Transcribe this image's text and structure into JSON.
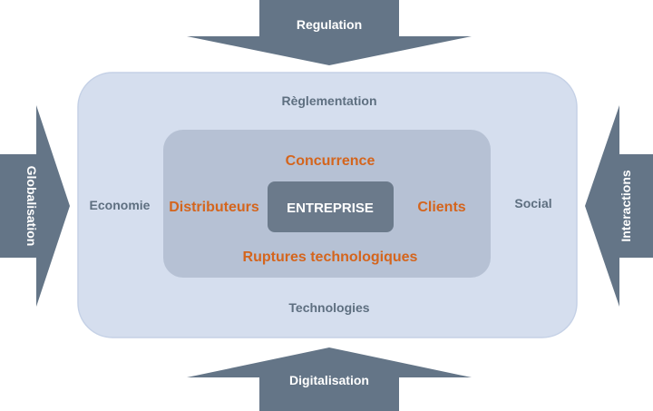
{
  "colors": {
    "arrow": "#647587",
    "outer_box": "#d5deee",
    "outer_border": "#c5d1e6",
    "inner_box": "#b6c1d4",
    "core_box": "#6b7a8b",
    "outer_text": "#5e6f80",
    "highlight_text": "#d4651d",
    "arrow_text": "#ffffff"
  },
  "arrows": {
    "top": "Regulation",
    "bottom": "Digitalisation",
    "left": "Globalisation",
    "right": "Interactions"
  },
  "outer_ring": {
    "top": "Règlementation",
    "bottom": "Technologies",
    "left": "Economie",
    "right": "Social"
  },
  "inner_ring": {
    "top": "Concurrence",
    "bottom": "Ruptures technologiques",
    "left": "Distributeurs",
    "right": "Clients"
  },
  "core": "ENTREPRISE"
}
